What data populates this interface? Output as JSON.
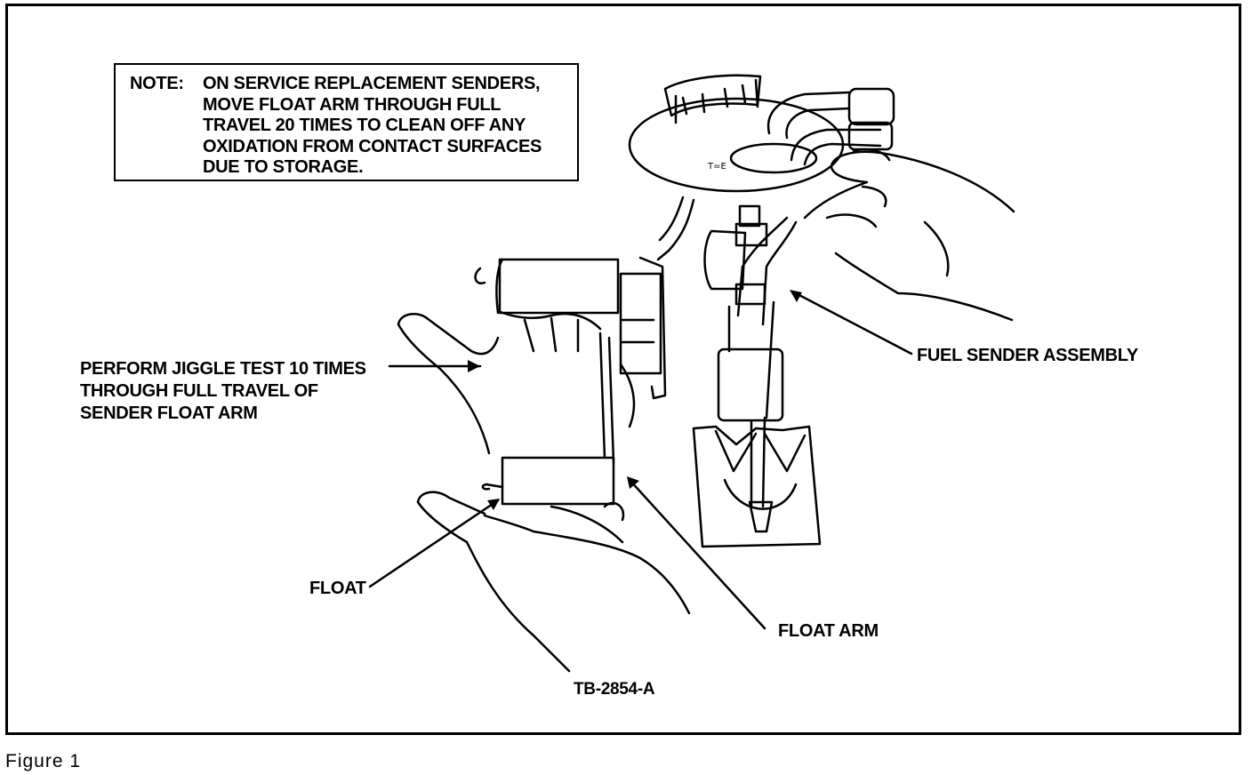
{
  "note": {
    "label": "NOTE:",
    "lines": [
      "ON SERVICE REPLACEMENT SENDERS,",
      "MOVE FLOAT ARM THROUGH FULL",
      "TRAVEL 20 TIMES TO CLEAN OFF ANY",
      "OXIDATION FROM CONTACT SURFACES",
      "DUE TO STORAGE."
    ]
  },
  "labels": {
    "perform": [
      "PERFORM JIGGLE TEST 10 TIMES",
      "THROUGH FULL TRAVEL OF",
      "SENDER FLOAT ARM"
    ],
    "fuel_sender": "FUEL SENDER ASSEMBLY",
    "float": "FLOAT",
    "float_arm": "FLOAT ARM",
    "ref_code": "TB-2854-A"
  },
  "caption": "Figure  1"
}
